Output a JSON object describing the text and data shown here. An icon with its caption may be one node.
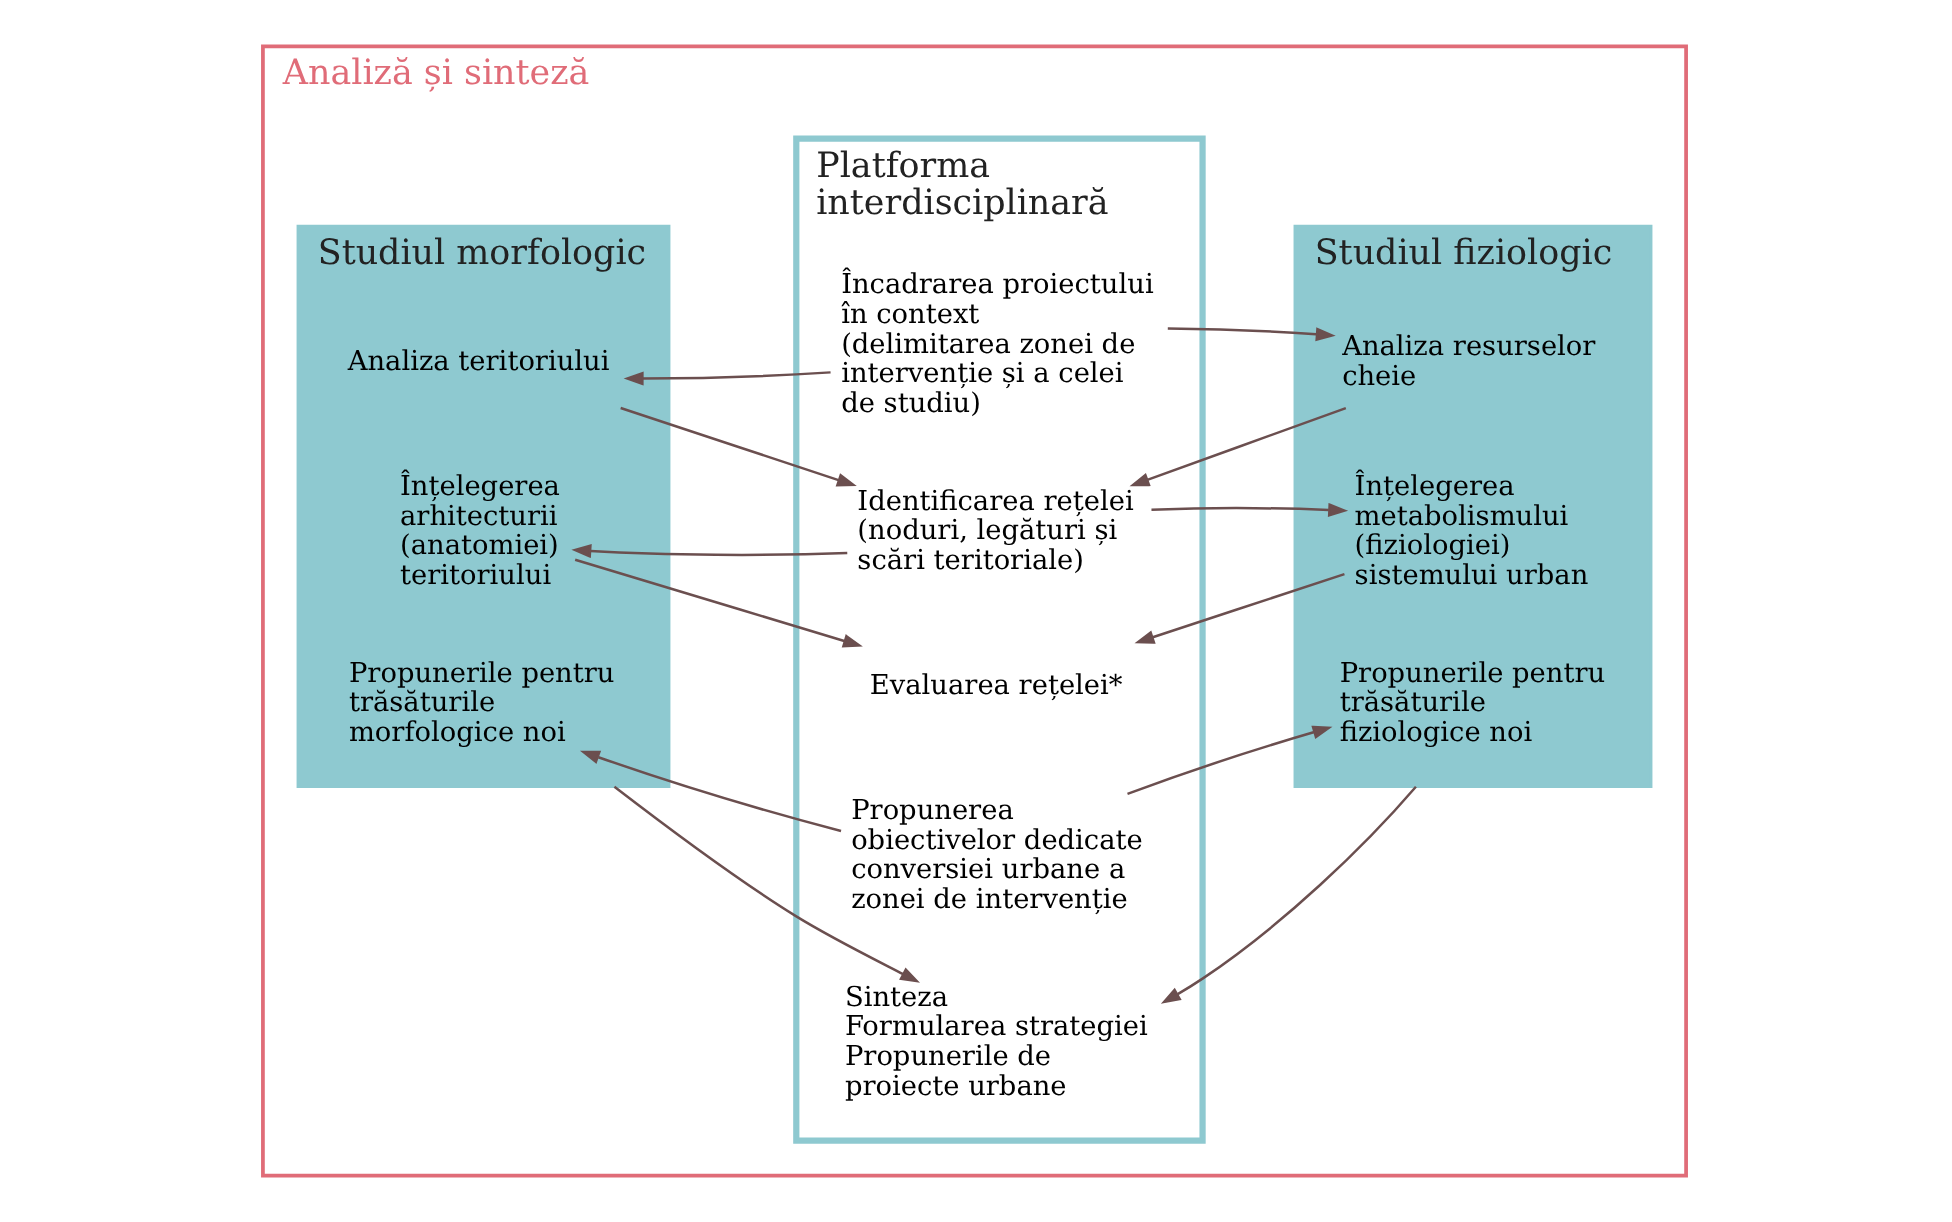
{
  "diagram": {
    "nodes": [
      {
        "text": [
          "Analiză și sinteză"
        ]
      },
      {
        "text": [
          "Studiul morfologic"
        ],
        "in": 0
      },
      {
        "text": [
          "Analiza teritoriului"
        ],
        "in": 1
      },
      {
        "text": [
          "Înțelegerea arhitecturii (anatomiei) teritoriului"
        ],
        "in": 1
      },
      {
        "text": [
          "Propunerile pentru trăsăturile morfologice noi"
        ],
        "in": 1
      },
      {
        "text": [
          "Platforma interdisciplinară"
        ],
        "in": 0
      },
      {
        "text": [
          "Încadrarea proiectului în context (delimitarea zonei de intervenție și a celei de studiu)"
        ],
        "in": 5
      },
      {
        "text": [
          "Identificarea rețelei (noduri, legături și scări teritoriale)"
        ],
        "in": 5
      },
      {
        "text": [
          "Evaluarea rețelei*"
        ],
        "in": 5
      },
      {
        "text": [
          "Propunerea obiectivelor dedicate conversiei urbane a zonei de intervenție"
        ],
        "in": 5
      },
      {
        "text": [
          "Sinteza",
          "Formularea strategiei",
          "Propunerile de proiecte urbane"
        ],
        "in": 5
      },
      {
        "text": [
          "Studiul fiziologic"
        ],
        "in": 0
      },
      {
        "text": [
          "Analiza resurselor cheie"
        ],
        "in": 11
      },
      {
        "text": [
          "Înțelegerea metabolismului (fiziologiei) sistemului urban"
        ],
        "in": 11
      },
      {
        "text": [
          "Propunerile pentru trăsăturile fiziologice noi"
        ],
        "in": 11
      }
    ],
    "edges": [
      {
        "from": 6,
        "to": 2,
        "arrow": "to"
      },
      {
        "from": 6,
        "to": 12,
        "arrow": "to"
      },
      {
        "from": 2,
        "to": 7,
        "arrow": "to"
      },
      {
        "from": 12,
        "to": 7,
        "arrow": "to"
      },
      {
        "from": 7,
        "to": 3,
        "arrow": "to"
      },
      {
        "from": 7,
        "to": 13,
        "arrow": "to"
      },
      {
        "from": 3,
        "to": 8,
        "arrow": "to"
      },
      {
        "from": 13,
        "to": 8,
        "arrow": "to"
      },
      {
        "from": 9,
        "to": 4,
        "arrow": "to"
      },
      {
        "from": 9,
        "to": 14,
        "arrow": "to"
      },
      {
        "from": 1,
        "to": 10,
        "arrow": "to"
      },
      {
        "from": 11,
        "to": 10,
        "arrow": "to"
      }
    ]
  }
}
